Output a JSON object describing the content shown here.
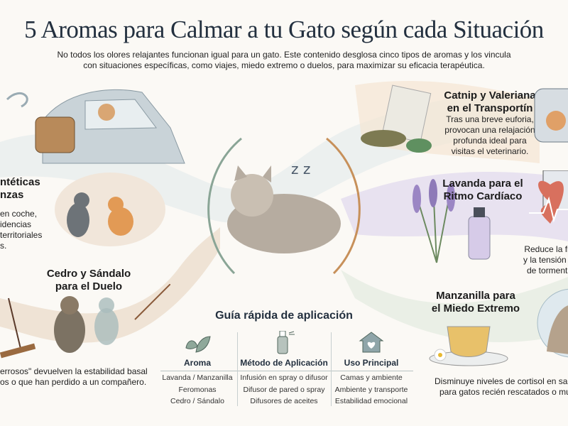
{
  "header": {
    "title": "5 Aromas para Calmar a tu Gato según cada Situación",
    "subtitle_lines": [
      "No todos los olores relajantes funcionan igual para un gato. Este contenido desglosa cinco tipos de aromas y los vincula",
      "con situaciones específicas, como viajes, miedo extremo o duelos, para maximizar su eficacia terapéutica."
    ]
  },
  "sections": {
    "feromonas": {
      "title_lines": [
        "ntéticas",
        "nzas"
      ],
      "body_lines": [
        "en coche,",
        "idencias",
        "territoriales",
        "s."
      ]
    },
    "cedro": {
      "title_lines": [
        "Cedro y Sándalo",
        "para el Duelo"
      ],
      "body_lines": [
        "errosos\" devuelven la estabilidad basal",
        "os o que han perdido a un compañero."
      ]
    },
    "catnip": {
      "title_lines": [
        "Catnip y Valeriana",
        "en el Transportín"
      ],
      "body_lines": [
        "Tras una breve euforia,",
        "provocan una relajación",
        "profunda ideal para",
        "visitas el veterinario."
      ]
    },
    "lavanda": {
      "title_lines": [
        "Lavanda para el",
        "Ritmo Cardíaco"
      ],
      "body_lines": [
        "Reduce la fre",
        "y la tensión m",
        "de tormenta"
      ]
    },
    "manzanilla": {
      "title_lines": [
        "Manzanilla para",
        "el Miedo Extremo"
      ],
      "body_lines": [
        "Disminuye niveles de cortisol en sangr",
        "para gatos recién rescatados o muy"
      ]
    }
  },
  "guide": {
    "title": "Guía rápida de aplicación",
    "columns": [
      {
        "icon": "leaves-icon",
        "header": "Aroma",
        "rows": [
          "Lavanda / Manzanilla",
          "Feromonas",
          "Cedro / Sándalo"
        ]
      },
      {
        "icon": "spray-bottle-icon",
        "header": "Método de Aplicación",
        "rows": [
          "Infusión en spray o difusor",
          "Difusor de pared o spray",
          "Difusores de aceites"
        ]
      },
      {
        "icon": "house-heart-icon",
        "header": "Uso Principal",
        "rows": [
          "Camas y ambiente",
          "Ambiente y transporte",
          "Estabilidad emocional"
        ]
      }
    ]
  },
  "colors": {
    "title": "#23303f",
    "sage": "#7f9c8e",
    "lavender": "#b9a7d3",
    "sand": "#e6d3bd"
  }
}
